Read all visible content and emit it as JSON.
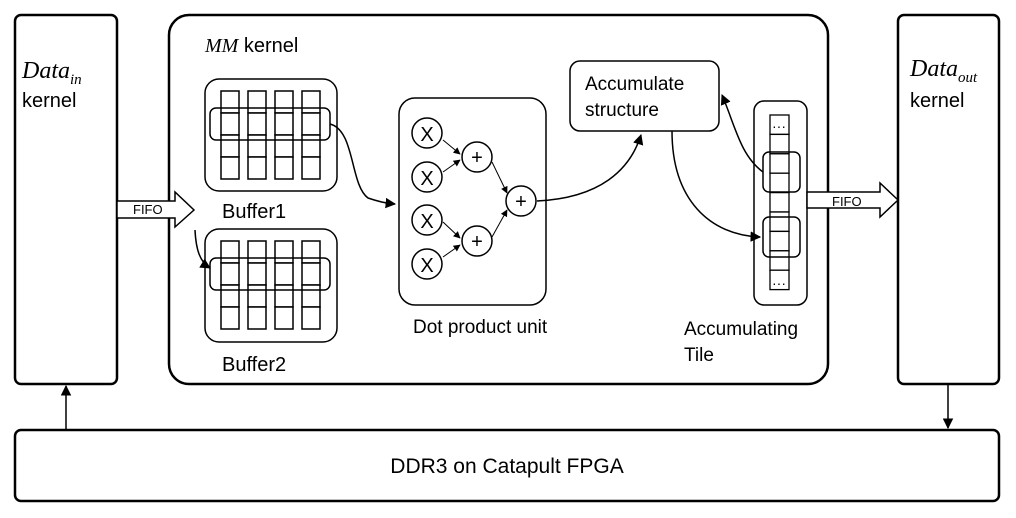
{
  "data_in": {
    "base": "Data",
    "sub": "in",
    "line2": "kernel"
  },
  "data_out": {
    "base": "Data",
    "sub": "out",
    "line2": "kernel"
  },
  "mm": {
    "italic": "MM",
    "rest": " kernel"
  },
  "buffer1_label": "Buffer1",
  "buffer2_label": "Buffer2",
  "dot_product_label": "Dot product unit",
  "accumulate": {
    "line1": "Accumulate",
    "line2": "structure"
  },
  "accum_tile": {
    "line1": "Accumulating",
    "line2": "Tile",
    "dots": "···"
  },
  "fifo_in": "FIFO",
  "fifo_out": "FIFO",
  "ddr_label": "DDR3 on Catapult FPGA",
  "mul_symbol": "X",
  "add_symbol": "+"
}
